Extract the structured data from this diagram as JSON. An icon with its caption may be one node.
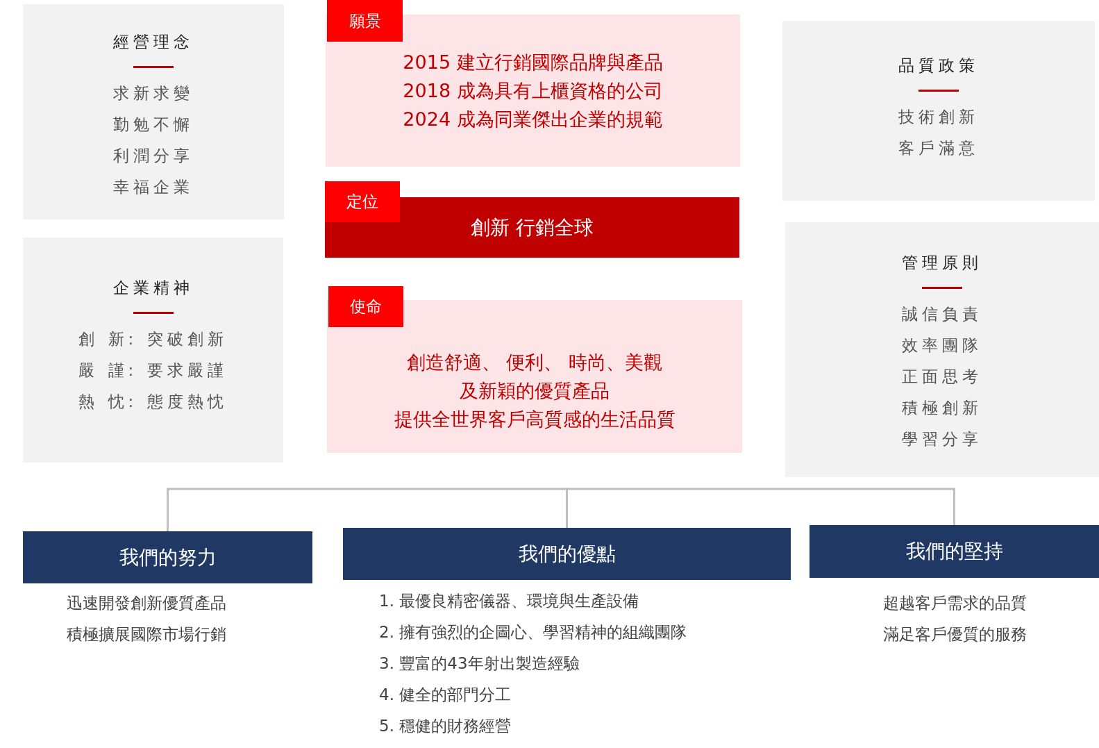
{
  "diagram": {
    "nodes": [
      {
        "text": [
          "經營理念",
          "求新求變",
          "勤勉不懈",
          "利潤分享",
          "幸福企業"
        ]
      },
      {
        "text": [
          "願景"
        ]
      },
      {
        "text": [
          "2015 建立行銷國際品牌與產品",
          "2018 成為具有上櫃資格的公司",
          "2024 成為同業傑出企業的規範"
        ]
      },
      {
        "text": [
          "品質政策",
          "技術創新",
          "客戶滿意"
        ]
      },
      {
        "text": [
          "定位"
        ]
      },
      {
        "text": [
          "創新 行銷全球"
        ]
      },
      {
        "text": [
          "管理原則",
          "誠信負責",
          "效率團隊",
          "正面思考",
          "積極創新",
          "學習分享"
        ]
      },
      {
        "text": [
          "企業精神",
          "創 新: 突破創新",
          "嚴 謹: 要求嚴謹",
          "熱 忱: 態度熱忱"
        ]
      },
      {
        "text": [
          "使命"
        ]
      },
      {
        "text": [
          "創造舒適、 便利、 時尚、美觀",
          "及新穎的優質產品",
          "提供全世界客戶高質感的生活品質"
        ]
      },
      {
        "text": [
          "我們的努力"
        ],
        "beside": [
          "迅速開發創新優質產品",
          "積極擴展國際市場行銷"
        ]
      },
      {
        "text": [
          "我們的優點"
        ],
        "beside": [
          "1.  最優良精密儀器、環境與生產設備",
          "2.  擁有強烈的企圖心、學習精神的組織團隊",
          "3.  豐富的43年射出製造經驗",
          "4.  健全的部門分工",
          "5.  穩健的財務經營"
        ]
      },
      {
        "text": [
          "我們的堅持"
        ],
        "beside": [
          "超越客戶需求的品質",
          "滿足客戶優質的服務"
        ]
      }
    ],
    "edges": [
      {
        "from": 11,
        "to": 10,
        "arrow": "none"
      },
      {
        "from": 11,
        "to": 12,
        "arrow": "none"
      }
    ]
  }
}
